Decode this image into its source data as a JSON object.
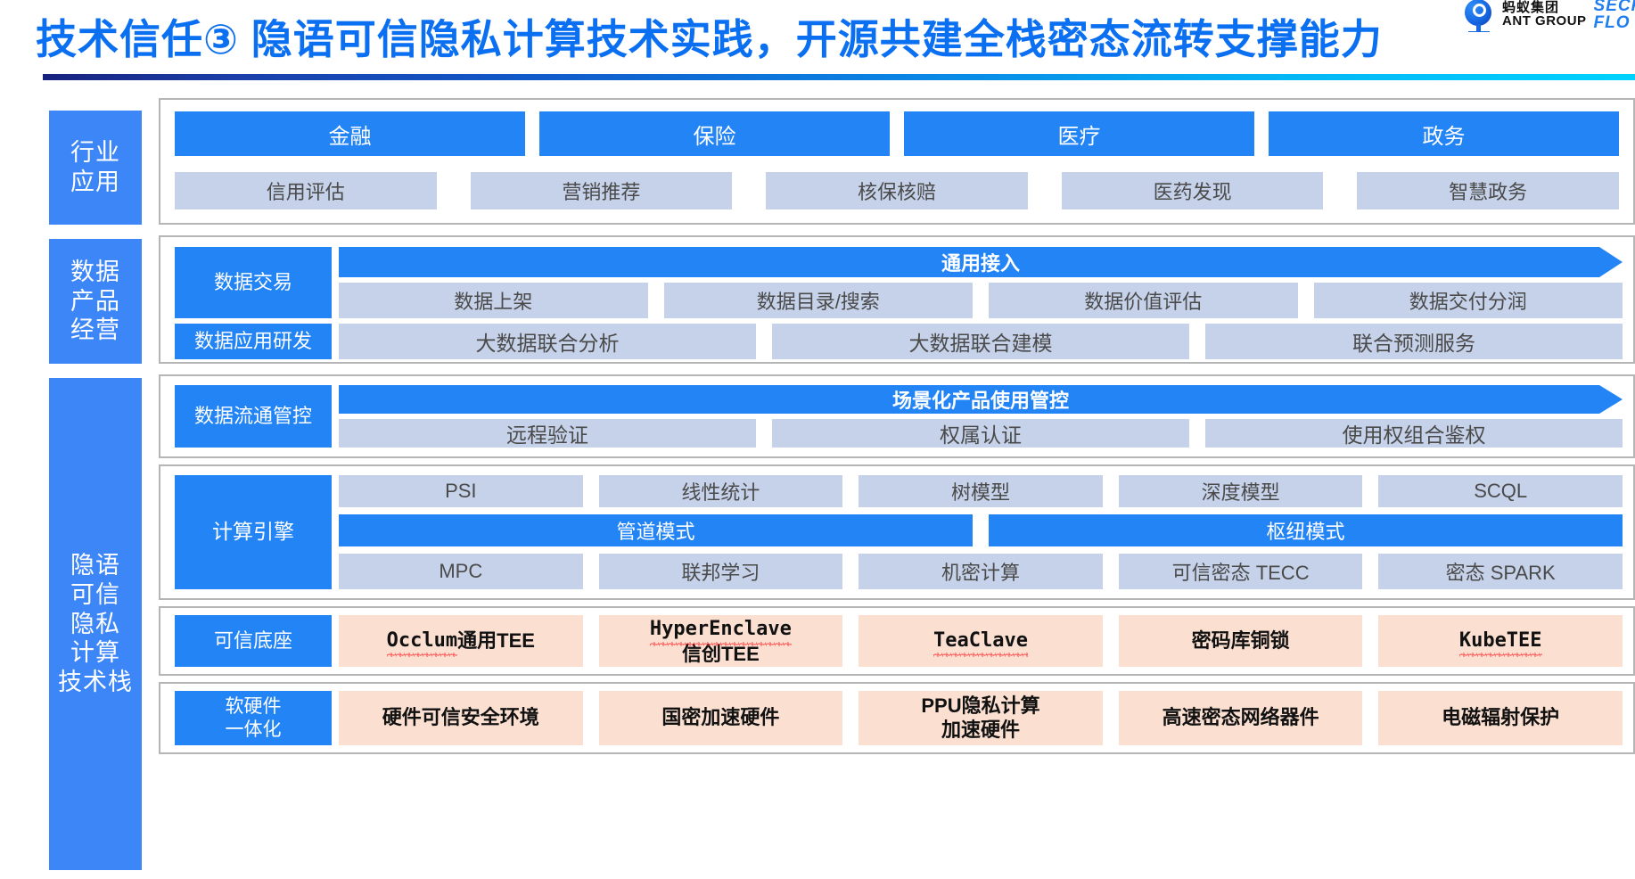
{
  "header": {
    "title": "技术信任③ 隐语可信隐私计算技术实践，开源共建全栈密态流转支撑能力",
    "title_color": "#0a6ff0",
    "rule_gradient_from": "#17227e",
    "rule_gradient_to": "#00d2ff",
    "logo": {
      "mark": "ant-group-logo-icon",
      "cn": "蚂蚁集团",
      "en": "ANT GROUP",
      "secondary_line1": "SECRE",
      "secondary_line2": "FLO"
    }
  },
  "colors": {
    "blue": "#2384f5",
    "rail_blue": "#3d86f7",
    "lavender": "#c6d2e9",
    "peach": "#fbe0d2",
    "panel_border": "#b5b5b5"
  },
  "rails": {
    "industry": "行业\n应用",
    "data_product": "数据\n产品\n经营",
    "stack": "隐语\n可信\n隐私\n计算\n技术栈"
  },
  "sections": {
    "industry": {
      "primary": [
        "金融",
        "保险",
        "医疗",
        "政务"
      ],
      "secondary": [
        "信用评估",
        "营销推荐",
        "核保核赔",
        "医药发现",
        "智慧政务"
      ]
    },
    "data_product": {
      "rows": [
        {
          "rail": "数据交易",
          "banner": "通用接入",
          "items": [
            "数据上架",
            "数据目录/搜索",
            "数据价值评估",
            "数据交付分润"
          ]
        },
        {
          "rail": "数据应用研发",
          "banner": null,
          "items": [
            "大数据联合分析",
            "大数据联合建模",
            "联合预测服务"
          ]
        }
      ]
    },
    "data_flow_control": {
      "rail": "数据流通管控",
      "banner": "场景化产品使用管控",
      "items": [
        "远程验证",
        "权属认证",
        "使用权组合鉴权"
      ]
    },
    "compute_engine": {
      "rail": "计算引擎",
      "top_items": [
        "PSI",
        "线性统计",
        "树模型",
        "深度模型",
        "SCQL"
      ],
      "modes": [
        "管道模式",
        "枢纽模式"
      ],
      "bottom_items": [
        "MPC",
        "联邦学习",
        "机密计算",
        "可信密态 TECC",
        "密态 SPARK"
      ]
    },
    "trusted_base": {
      "rail": "可信底座",
      "items": [
        {
          "text": "Occlum通用TEE",
          "misspelled": "Occlum",
          "suffix": "通用TEE",
          "line2": null
        },
        {
          "text": "HyperEnclave 信创TEE",
          "misspelled": "HyperEnclave",
          "suffix": "",
          "line2": "信创TEE"
        },
        {
          "text": "TeaClave",
          "misspelled": "TeaClave",
          "suffix": "",
          "line2": null
        },
        {
          "text": "密码库铜锁",
          "misspelled": null,
          "suffix": "密码库铜锁",
          "line2": null
        },
        {
          "text": "KubeTEE",
          "misspelled": "KubeTEE",
          "suffix": "",
          "line2": null
        }
      ]
    },
    "hardware": {
      "rail": "软硬件\n一体化",
      "items": [
        "硬件可信安全环境",
        "国密加速硬件",
        "PPU隐私计算\n加速硬件",
        "高速密态网络器件",
        "电磁辐射保护"
      ]
    }
  }
}
